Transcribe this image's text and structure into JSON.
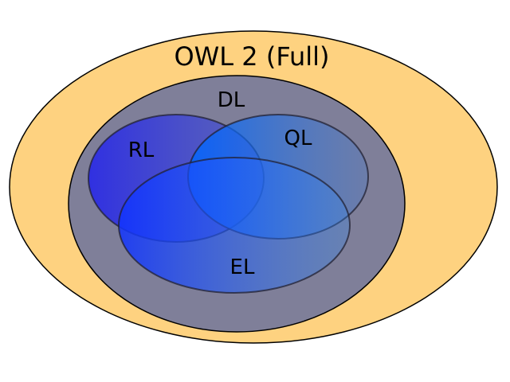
{
  "diagram": {
    "type": "venn",
    "sets": [
      {
        "id": "full",
        "label": "OWL 2 (Full)",
        "fill": "#fed280",
        "contains": [
          "dl"
        ]
      },
      {
        "id": "dl",
        "label": "DL",
        "fill": "#7f7f99",
        "contains": [
          "rl",
          "ql",
          "el"
        ]
      },
      {
        "id": "rl",
        "label": "RL",
        "gradient": [
          "#3333ee",
          "#3344cc"
        ]
      },
      {
        "id": "ql",
        "label": "QL",
        "gradient": [
          "#1a66ff",
          "#4a7ec8"
        ]
      },
      {
        "id": "el",
        "label": "EL",
        "gradient": [
          "#1a44ff",
          "#4a88dd"
        ]
      }
    ],
    "colors": {
      "outline": "#000000",
      "inner_outline": "#222233",
      "background": "#ffffff"
    }
  }
}
